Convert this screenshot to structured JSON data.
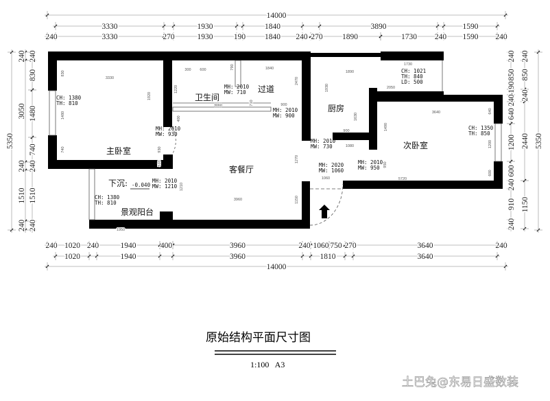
{
  "title": "原始结构平面尺寸图",
  "scale": "1:100   A3",
  "watermark": "土巴兔@东易日盛数装",
  "rooms": {
    "master_bedroom": "主卧室",
    "bathroom": "卫生间",
    "corridor": "过道",
    "kitchen": "厨房",
    "living_dining": "客餐厅",
    "second_bedroom": "次卧室",
    "sunken_label": "下沉:",
    "sunken_value": "-0.040",
    "balcony": "景观阳台"
  },
  "annotations": [
    [
      "CH: 1380",
      "TH: 810"
    ],
    [
      "MH: 2010",
      "MW: 930"
    ],
    [
      "MH: 2010",
      "MW: 710"
    ],
    [
      "MH: 2010",
      "MW: 900"
    ],
    [
      "MH: 2010",
      "MW: 730"
    ],
    [
      "MH: 2020",
      "MW: 1060"
    ],
    [
      "MH: 2010",
      "MW: 950"
    ],
    [
      "MH: 2010",
      "MW: 1210"
    ],
    [
      "CH: 1380",
      "TH: 810"
    ],
    [
      "CH: 1021",
      "TH: 840",
      "LD: 500"
    ],
    [
      "CH: 1350",
      "TH: 850"
    ]
  ],
  "dims": {
    "top_total": [
      "14000"
    ],
    "top_row2": [
      "3330",
      "1930",
      "1840",
      "3890",
      "1590"
    ],
    "top_row3": [
      "240",
      "3330",
      "270",
      "1930",
      "190",
      "1840",
      "240",
      "270",
      "1890",
      "1730",
      "240",
      "1590",
      "240"
    ],
    "bottom_row1": [
      "240",
      "1020",
      "240",
      "1940",
      "400",
      "3960",
      "240",
      "1060",
      "750",
      "270",
      "3640",
      "240"
    ],
    "bottom_row2": [
      "1020",
      "1940",
      "3960",
      "1810",
      "3640"
    ],
    "bottom_total": [
      "14000"
    ],
    "left_total": [
      "5350"
    ],
    "left_col1": [
      "240",
      "3050",
      "240",
      "1510",
      "240"
    ],
    "left_col2": [
      "240",
      "830",
      "1480",
      "740",
      "240",
      "1510",
      "240"
    ],
    "right_col1": [
      "240",
      "850",
      "190",
      "240",
      "640",
      "1200",
      "600",
      "240",
      "910",
      "240"
    ],
    "right_col2": [
      "240",
      "850",
      "240",
      "2440",
      "1150"
    ],
    "right_total": [
      "5350"
    ]
  },
  "interior_dims": [
    "3330",
    "1920",
    "830",
    "1480",
    "740",
    "3060",
    "900",
    "1840",
    "1890",
    "1730",
    "2050",
    "3640",
    "5720",
    "1060",
    "1950",
    "3960",
    "1270",
    "1150",
    "1220",
    "2470",
    "1930",
    "1490",
    "950",
    "1200",
    "640",
    "600",
    "1080",
    "900",
    "400",
    "930",
    "510",
    "1210",
    "300",
    "600",
    "790",
    "710",
    "1630"
  ]
}
